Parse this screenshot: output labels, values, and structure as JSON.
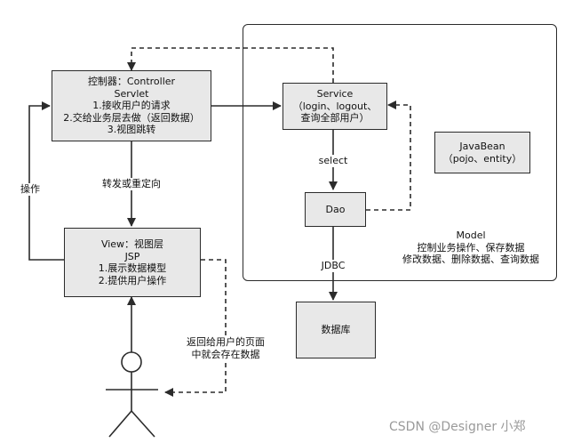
{
  "controller": {
    "line1": "控制器：Controller",
    "line2": "Servlet",
    "line3": "1.接收用户的请求",
    "line4": "2.交给业务层去做（返回数据）",
    "line5": "3.视图跳转"
  },
  "view": {
    "line1": "View：视图层",
    "line2": "JSP",
    "line3": "1.展示数据模型",
    "line4": "2.提供用户操作"
  },
  "service": {
    "line1": "Service",
    "line2": "（login、logout、",
    "line3": "查询全部用户）"
  },
  "dao": {
    "label": "Dao"
  },
  "javabean": {
    "line1": "JavaBean",
    "line2": "（pojo、entity）"
  },
  "database": {
    "label": "数据库"
  },
  "model": {
    "line1": "Model",
    "line2": "控制业务操作、保存数据",
    "line3": "修改数据、删除数据、查询数据"
  },
  "edges": {
    "select": "select",
    "jdbc": "JDBC",
    "forward": "转发或重定向",
    "operate": "操作",
    "return_line1": "返回给用户的页面",
    "return_line2": "中就会存在数据"
  },
  "watermark": "CSDN @Designer 小郑",
  "colors": {
    "box_fill": "#e8e8e8",
    "stroke": "#2b2b2b",
    "watermark": "#9a9a9a"
  }
}
